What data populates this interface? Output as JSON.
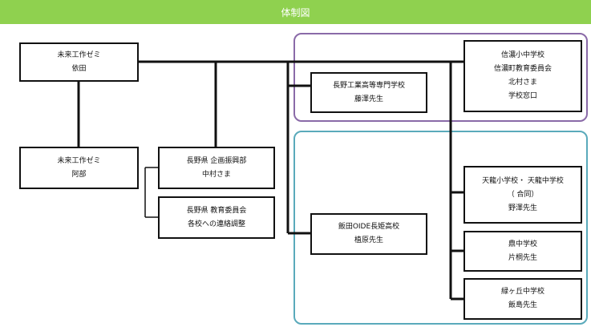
{
  "header": {
    "title": "体制図"
  },
  "colors": {
    "header_bg": "#8fd14f",
    "group_purple": "#8a6aa8",
    "group_teal": "#5aaabb",
    "line": "#111111"
  },
  "nodes": {
    "mirai_ida": {
      "line1": "未来工作ゼミ",
      "line2": "依田"
    },
    "mirai_abe": {
      "line1": "未来工作ゼミ",
      "line2": "阿部"
    },
    "nagano_kikaku": {
      "line1": "長野県 企画振興部",
      "line2": "中村さま"
    },
    "nagano_kyoiku": {
      "line1": "長野県 教育委員会",
      "line2": "各校への連絡調整"
    },
    "nagano_kosen": {
      "line1": "長野工業高等専門学校",
      "line2": "藤澤先生"
    },
    "shinano": {
      "line1": "信濃小中学校",
      "line2": "信濃町教育委員会",
      "line3": "北村さま",
      "line4": "学校窓口"
    },
    "iida_oide": {
      "line1": "飯田OIDE長姫高校",
      "line2": "植原先生"
    },
    "tenryu": {
      "line1": "天龍小学校・ 天龍中学校",
      "line2": "（ 合同）",
      "line3": "野澤先生"
    },
    "kanae": {
      "line1": "鼎中学校",
      "line2": "片桐先生"
    },
    "midorigaoka": {
      "line1": "緑ヶ丘中学校",
      "line2": "飯島先生"
    }
  }
}
